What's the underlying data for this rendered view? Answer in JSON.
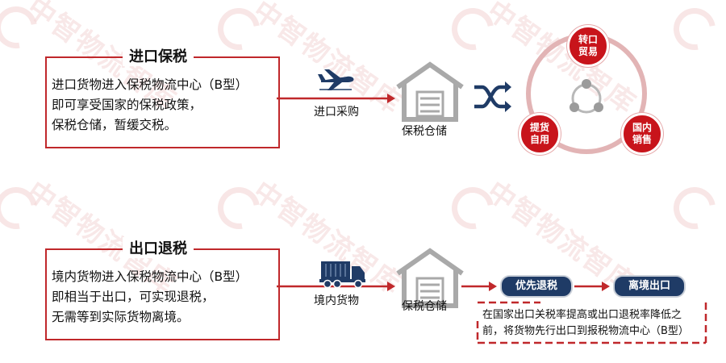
{
  "watermark": "中智物流智库",
  "top": {
    "title": "进口保税",
    "lines": [
      "进口货物进入保税物流中心（B型）",
      "即可享受国家的保税政策，",
      "保税仓储，暂缓交税。"
    ],
    "arrow_label": "进口采购",
    "warehouse_label": "保税仓储",
    "cycle": [
      "转口\n贸易",
      "国内\n销售",
      "提货\n自用"
    ]
  },
  "bottom": {
    "title": "出口退税",
    "lines": [
      "境内货物进入保税物流中心（B型）",
      "即相当于出口，可实现退税，",
      "无需等到实际货物离境。"
    ],
    "arrow_label": "境内货物",
    "warehouse_label": "保税仓储",
    "pill_1": "优先退税",
    "pill_2": "离境出口",
    "note_lines": [
      "在国家出口关税率提高或出口退税率降低之",
      "前，将货物先行出口到报税物流中心（B型）"
    ]
  },
  "colors": {
    "accent": "#c0282b",
    "navy": "#1f3b66",
    "gray": "#a9a9a9",
    "ring": "#e2b4b5"
  }
}
